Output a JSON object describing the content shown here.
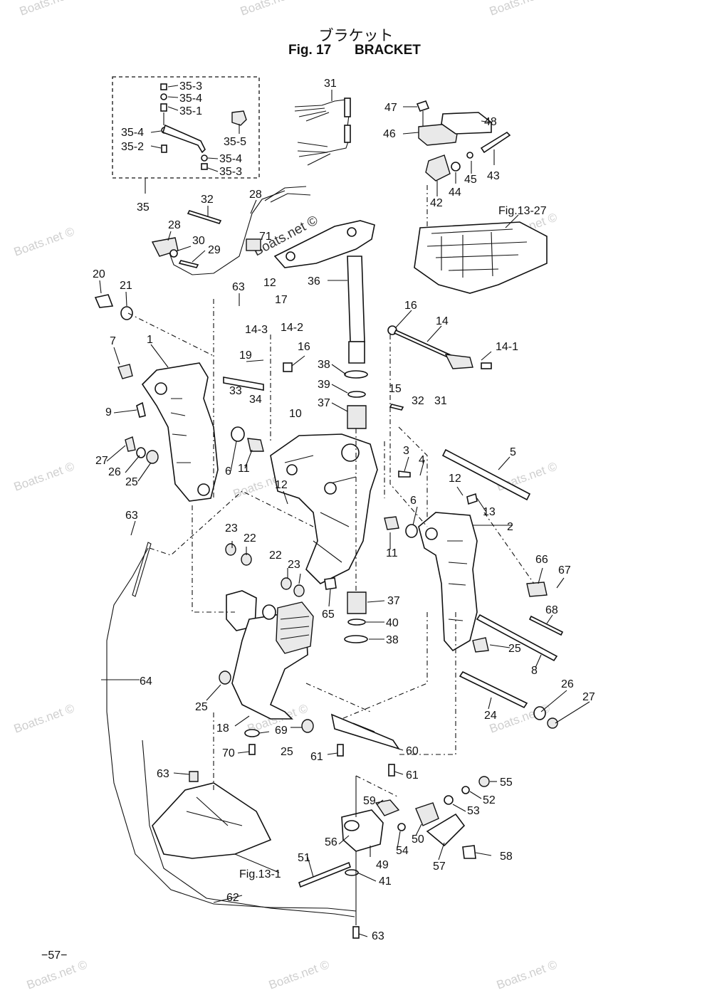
{
  "header": {
    "title_jp": "ブラケット",
    "fig_no": "Fig. 17",
    "title": "BRACKET"
  },
  "page_number": "−57−",
  "watermark": "Boats.net ©",
  "reference_labels": {
    "fig13_27": "Fig.13-27",
    "fig13_1": "Fig.13-1"
  },
  "callouts": [
    "35-3",
    "35-4",
    "35-1",
    "35-4",
    "35-2",
    "35-5",
    "35-4",
    "35-3",
    "35",
    "31",
    "47",
    "48",
    "46",
    "43",
    "45",
    "44",
    "42",
    "32",
    "28",
    "28",
    "71",
    "30",
    "29",
    "20",
    "21",
    "63",
    "12",
    "17",
    "36",
    "16",
    "14",
    "14-3",
    "14-2",
    "16",
    "14-1",
    "7",
    "1",
    "19",
    "38",
    "39",
    "15",
    "32",
    "31",
    "33",
    "34",
    "37",
    "10",
    "9",
    "27",
    "26",
    "25",
    "6",
    "11",
    "3",
    "4",
    "5",
    "12",
    "12",
    "13",
    "63",
    "23",
    "22",
    "11",
    "6",
    "2",
    "22",
    "23",
    "37",
    "65",
    "40",
    "38",
    "66",
    "67",
    "68",
    "25",
    "8",
    "64",
    "25",
    "18",
    "69",
    "25",
    "70",
    "61",
    "60",
    "24",
    "26",
    "27",
    "61",
    "63",
    "55",
    "52",
    "59",
    "53",
    "56",
    "54",
    "50",
    "58",
    "51",
    "49",
    "57",
    "41",
    "62",
    "63"
  ]
}
